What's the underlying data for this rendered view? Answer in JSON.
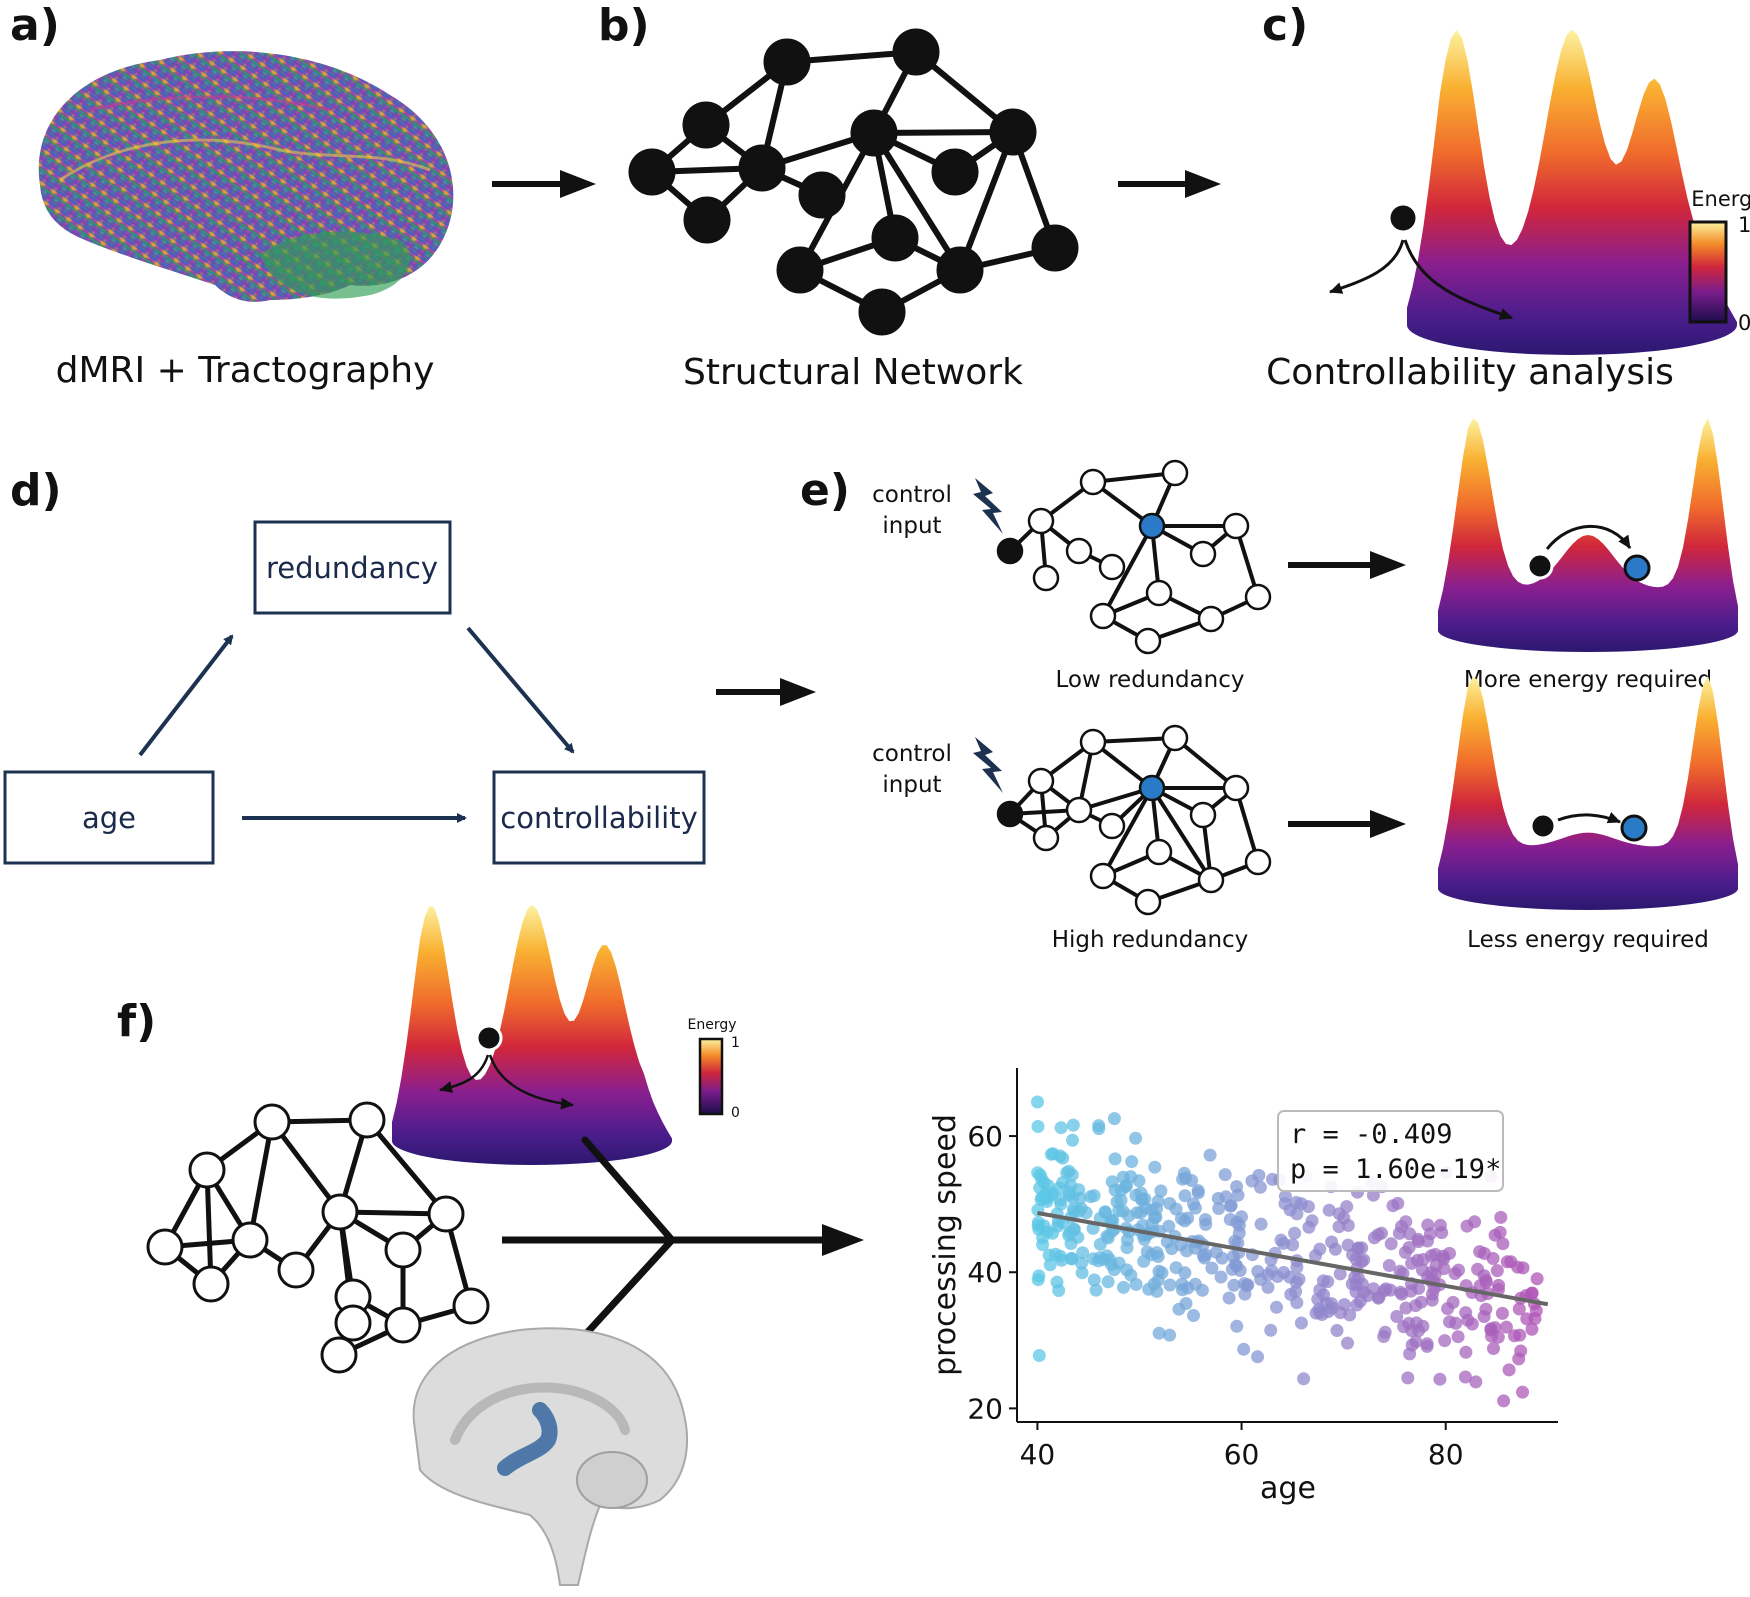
{
  "panels": {
    "a": {
      "label": "a)",
      "caption": "dMRI + Tractography"
    },
    "b": {
      "label": "b)",
      "caption": "Structural Network"
    },
    "c": {
      "label": "c)",
      "caption": "Controllability analysis",
      "colorbar": {
        "title": "Energy",
        "max": "1",
        "min": "0"
      }
    },
    "d": {
      "label": "d)",
      "boxes": {
        "redundancy": "redundancy",
        "age": "age",
        "controllability": "controllability"
      }
    },
    "e": {
      "label": "e)",
      "top": {
        "input_line1": "control",
        "input_line2": "input",
        "network_caption": "Low redundancy",
        "landscape_caption": "More energy required"
      },
      "bottom": {
        "input_line1": "control",
        "input_line2": "input",
        "network_caption": "High redundancy",
        "landscape_caption": "Less energy required"
      }
    },
    "f": {
      "label": "f)",
      "colorbar": {
        "title": "Energy",
        "max": "1",
        "min": "0"
      }
    }
  },
  "colors": {
    "energy_gradient": [
      "#fcf3a1",
      "#f9b031",
      "#f06b2c",
      "#d0263c",
      "#8a1f8f",
      "#4c1d8c",
      "#2b1870"
    ],
    "node_highlight": "#2a7ac8",
    "lightning": "#1d3150",
    "box_border": "#1d3150",
    "regression_line": "#666666",
    "scatter_young": "#5bc8e6",
    "scatter_mid": "#8c8fd0",
    "scatter_old": "#b055b5"
  },
  "chart_data": {
    "type": "scatter",
    "xlabel": "age",
    "ylabel": "processing speed",
    "xlim": [
      38,
      91
    ],
    "ylim": [
      18,
      70
    ],
    "xticks": [
      40,
      60,
      80
    ],
    "yticks": [
      20,
      40,
      60
    ],
    "annotation": {
      "line1": "r = -0.409",
      "line2": "p = 1.60e-19*"
    },
    "regression": {
      "x": [
        40,
        90
      ],
      "y": [
        48.7,
        35.3
      ]
    },
    "points": {
      "n": 480,
      "age_range": [
        40,
        89
      ],
      "speed_range": [
        20,
        65
      ]
    }
  }
}
